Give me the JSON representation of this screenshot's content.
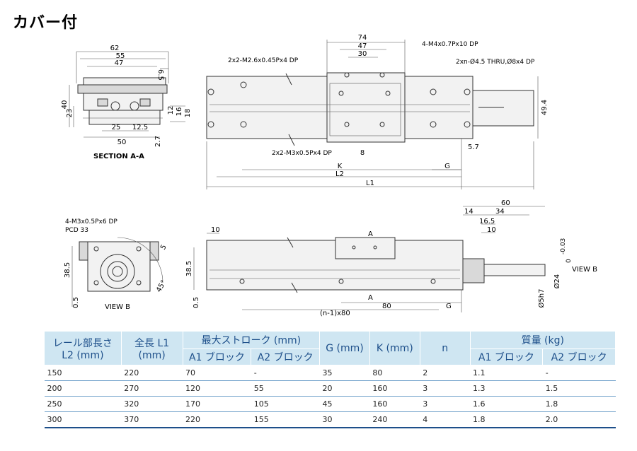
{
  "title": "カバー付",
  "drawing": {
    "section_label": "SECTION A-A",
    "view_b_left": "VIEW B",
    "view_b_right": "VIEW B",
    "sec_dims": {
      "d62": "62",
      "d55": "55",
      "d47": "47",
      "d6_5": "6.5",
      "d40": "40",
      "d23": "23",
      "d12": "12",
      "d16": "16",
      "d18": "18",
      "d25": "25",
      "d12_5": "12.5",
      "d50": "50",
      "d2_7": "2.7"
    },
    "top_dims": {
      "d74": "74",
      "d47": "47",
      "d30": "30",
      "d49_4": "49.4",
      "d8": "8",
      "d5_7": "5.7",
      "k": "K",
      "g": "G",
      "l2": "L2",
      "l1": "L1"
    },
    "top_callouts": {
      "m4": "4-M4x0.7Px10 DP",
      "m2": "2x2-M2.6x0.45Px4 DP",
      "thru": "2xn-Ø4.5 THRU,Ø8x4 DP",
      "m3": "2x2-M3x0.5Px4 DP"
    },
    "vb_dims": {
      "callout": "4-M3x0.5Px6 DP",
      "pcd": "PCD 33",
      "d38_5": "38.5",
      "d0_5": "0.5",
      "d5": "5",
      "deg45": "45°"
    },
    "side_dims": {
      "d10a": "10",
      "d60": "60",
      "d14": "14",
      "d34": "34",
      "d16_5": "16.5",
      "d10b": "10",
      "d38_5": "38.5",
      "d0_5": "0.5",
      "a_top": "A",
      "a_bot": "A",
      "nx80": "(n-1)x80",
      "d80": "80",
      "g": "G",
      "d24": "Ø24",
      "tol24": "-0.03",
      "tol24b": "0",
      "d5h7": "Ø5h7"
    }
  },
  "table": {
    "headers": {
      "col1": "レール部長さ",
      "col1b": "L2 (mm)",
      "col2": "全長 L1",
      "col2b": "(mm)",
      "stroke": "最大ストローク (mm)",
      "a1": "A1 ブロック",
      "a2": "A2 ブロック",
      "g": "G (mm)",
      "k": "K (mm)",
      "n": "n",
      "mass": "質量 (kg)",
      "ma1": "A1 ブロック",
      "ma2": "A2 ブロック"
    },
    "rows": [
      [
        "150",
        "220",
        "70",
        "-",
        "35",
        "80",
        "2",
        "1.1",
        "-"
      ],
      [
        "200",
        "270",
        "120",
        "55",
        "20",
        "160",
        "3",
        "1.3",
        "1.5"
      ],
      [
        "250",
        "320",
        "170",
        "105",
        "45",
        "160",
        "3",
        "1.6",
        "1.8"
      ],
      [
        "300",
        "370",
        "220",
        "155",
        "30",
        "240",
        "4",
        "1.8",
        "2.0"
      ]
    ]
  }
}
